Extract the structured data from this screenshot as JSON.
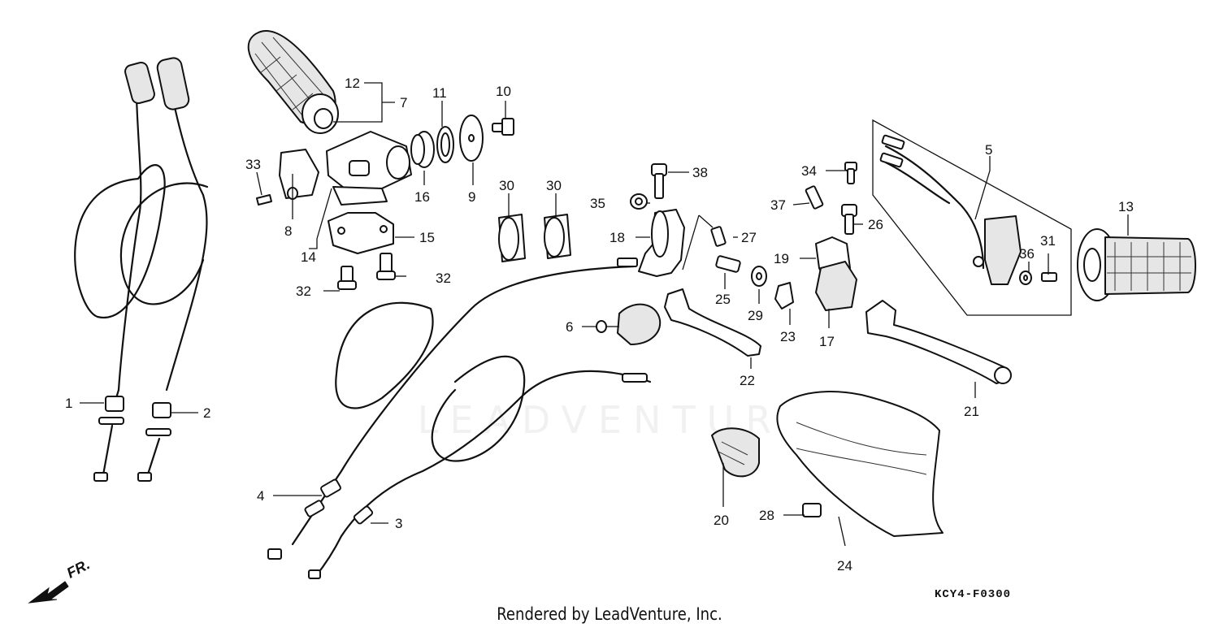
{
  "diagram": {
    "code": "KCY4-F0300",
    "credit": "Rendered by LeadVenture, Inc.",
    "watermark": "LEADVENTURE",
    "direction_label": "FR."
  },
  "callouts": [
    "1",
    "2",
    "3",
    "4",
    "5",
    "6",
    "7",
    "8",
    "9",
    "10",
    "11",
    "12",
    "13",
    "14",
    "15",
    "16",
    "17",
    "18",
    "19",
    "20",
    "21",
    "22",
    "23",
    "24",
    "25",
    "26",
    "27",
    "28",
    "29",
    "30",
    "30",
    "31",
    "32",
    "32",
    "33",
    "34",
    "35",
    "36",
    "37",
    "38"
  ],
  "colors": {
    "line": "#111111",
    "background": "#ffffff",
    "watermark": "#f1f1f1"
  }
}
